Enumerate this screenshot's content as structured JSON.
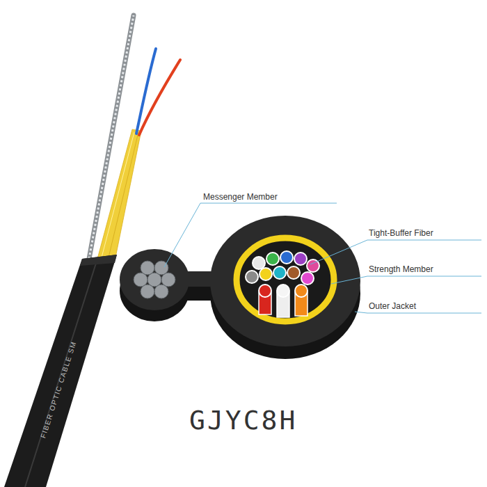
{
  "diagram": {
    "caption": "GJYC8H",
    "labels": [
      "Messenger Member",
      "Tight-Buffer Fiber",
      "Strength Member",
      "Outer Jacket",
      "FIBER OPTIC CABLE SM"
    ]
  }
}
